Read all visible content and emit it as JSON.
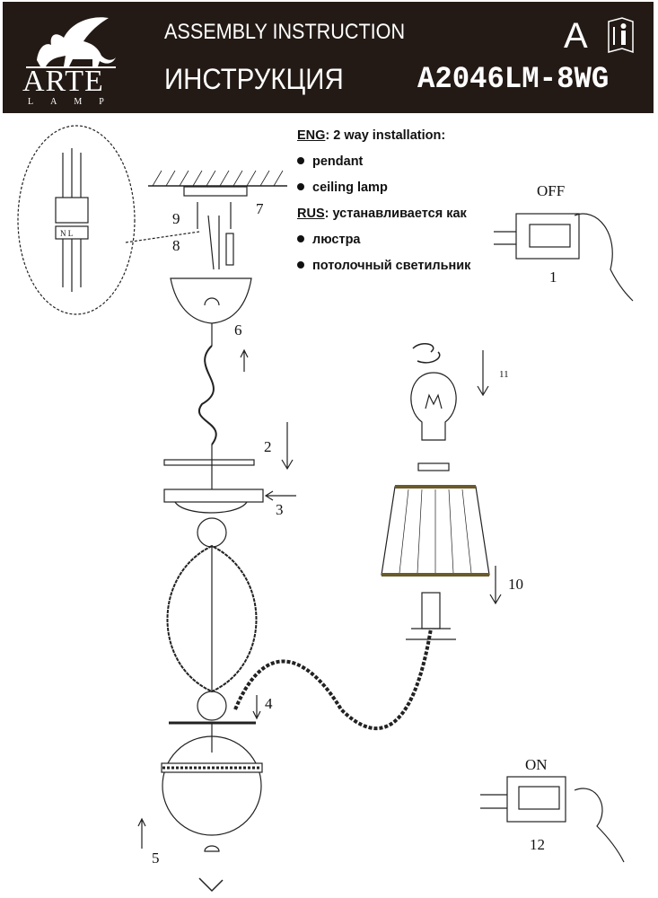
{
  "header": {
    "brand": "ARTE",
    "brand_sub": "LAMP",
    "title_en": "ASSEMBLY INSTRUCTION",
    "title_ru": "ИНСТРУКЦИЯ",
    "model": "A2046LM-8WG",
    "language_letter": "A",
    "info_icon": "manual-info-icon"
  },
  "notes": {
    "eng_label": "ENG",
    "eng_text": ": 2 way installation:",
    "eng_items": [
      "pendant",
      "ceiling lamp"
    ],
    "rus_label": "RUS",
    "rus_text": ":  устанавливается как",
    "rus_items": [
      "люстра",
      "потолочный светильник"
    ]
  },
  "diagram": {
    "switch_off": "OFF",
    "switch_on": "ON",
    "terminal_labels": "N L",
    "steps": [
      "1",
      "2",
      "3",
      "4",
      "5",
      "6",
      "7",
      "8",
      "9",
      "10",
      "11",
      "12"
    ]
  }
}
